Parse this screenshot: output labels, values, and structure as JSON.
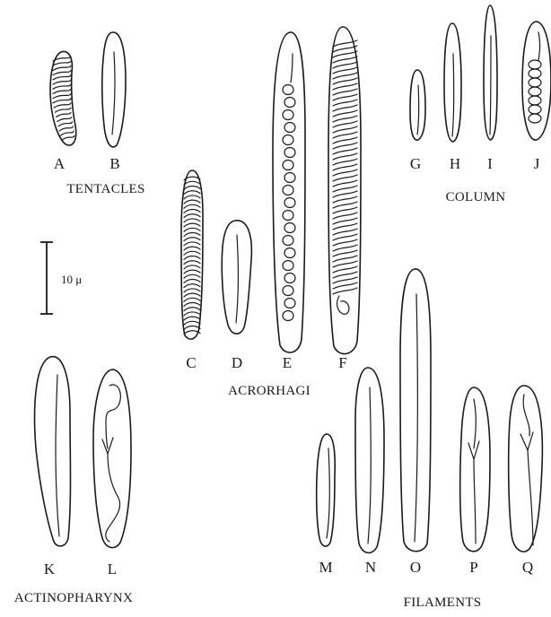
{
  "groups": {
    "tentacles": "TENTACLES",
    "column": "COLUMN",
    "acrorhagi": "ACRORHAGI",
    "actinopharynx": "ACTINOPHARYNX",
    "filaments": "FILAMENTS"
  },
  "scale_bar": {
    "label": "10 μ"
  },
  "specimens": {
    "A": "A",
    "B": "B",
    "C": "C",
    "D": "D",
    "E": "E",
    "F": "F",
    "G": "G",
    "H": "H",
    "I": "I",
    "J": "J",
    "K": "K",
    "L": "L",
    "M": "M",
    "N": "N",
    "O": "O",
    "P": "P",
    "Q": "Q"
  }
}
